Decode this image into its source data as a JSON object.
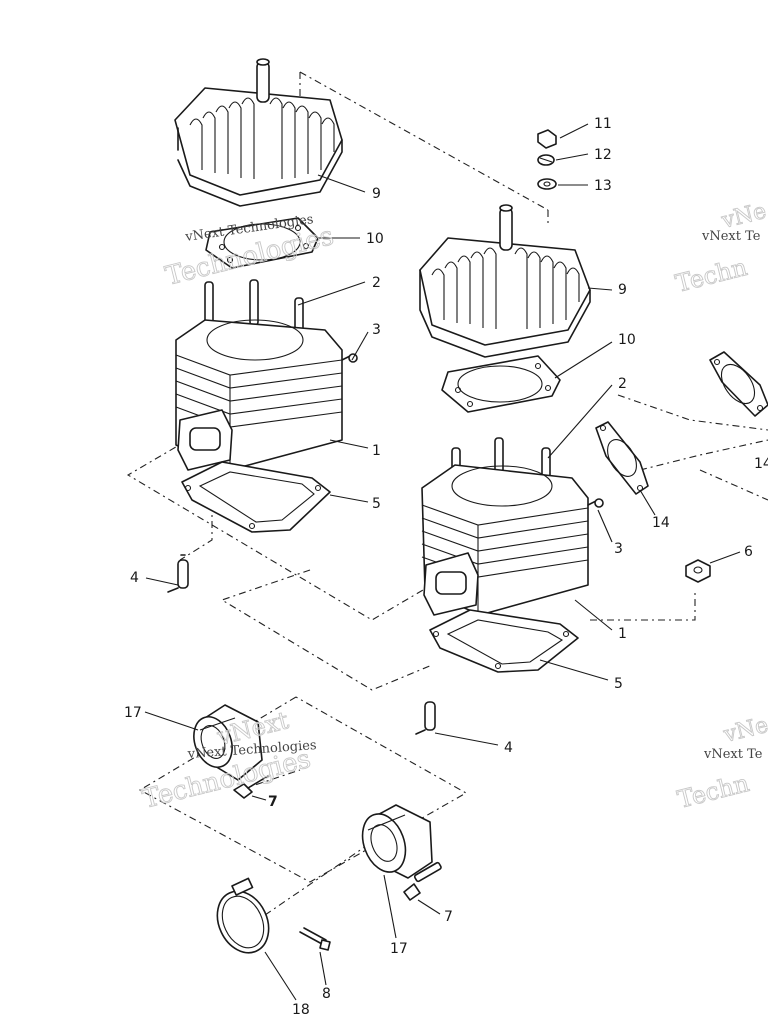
{
  "watermark": {
    "line1": "vNext Technologies",
    "line2": "Technologies",
    "line_vnext": "vNext",
    "line_tech_partial": "Techn",
    "line_vnext_partial": "vNext Te",
    "line_vnext_partial_2": "vNe"
  },
  "callouts": {
    "c11": "11",
    "c12": "12",
    "c13": "13",
    "c9a": "9",
    "c9b": "9",
    "c10a": "10",
    "c10b": "10",
    "c2a": "2",
    "c2b": "2",
    "c3a": "3",
    "c3b": "3",
    "c1a": "1",
    "c1b": "1",
    "c5a": "5",
    "c5b": "5",
    "c4a": "4",
    "c4b": "4",
    "c14a": "14",
    "c14b": "14",
    "c6": "6",
    "c17a": "17",
    "c17b": "17",
    "c7a": "7",
    "c7b": "7",
    "c8": "8",
    "c18": "18"
  }
}
